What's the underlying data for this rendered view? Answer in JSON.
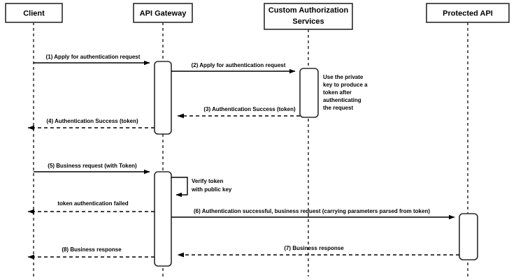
{
  "diagram": {
    "title": "API Gateway token authentication sequence",
    "type": "sequence-diagram",
    "background_color": "#ffffff",
    "line_color": "#2a2a2a",
    "text_color": "#000000",
    "lifelines": [
      {
        "id": "client",
        "label": "Client"
      },
      {
        "id": "api-gateway",
        "label": "API Gateway"
      },
      {
        "id": "custom-authorization-services",
        "label": "Custom Authorization\nServices",
        "line1": "Custom Authorization",
        "line2": "Services"
      },
      {
        "id": "protected-api",
        "label": "Protected API"
      }
    ],
    "messages": [
      {
        "seq": "1",
        "label": "(1) Apply for authentication request",
        "from": "client",
        "to": "api-gateway",
        "style": "solid"
      },
      {
        "seq": "2",
        "label": "(2) Apply for authentication request",
        "from": "api-gateway",
        "to": "custom-authorization-services",
        "style": "solid"
      },
      {
        "seq": "3",
        "label": "(3) Authentication Success (token)",
        "from": "custom-authorization-services",
        "to": "api-gateway",
        "style": "dashed"
      },
      {
        "seq": "4",
        "label": "(4) Authentication Success (token)",
        "from": "api-gateway",
        "to": "client",
        "style": "dashed"
      },
      {
        "seq": "5",
        "label": "(5) Business request (with Token)",
        "from": "client",
        "to": "api-gateway",
        "style": "solid"
      },
      {
        "seq": "fail",
        "label": "token authentication failed",
        "from": "api-gateway",
        "to": "client",
        "style": "dashed"
      },
      {
        "seq": "6",
        "label": "(6) Authentication successful, business request (carrying parameters parsed from token)",
        "from": "api-gateway",
        "to": "protected-api",
        "style": "solid"
      },
      {
        "seq": "7",
        "label": "(7) Business response",
        "from": "protected-api",
        "to": "api-gateway",
        "style": "dashed"
      },
      {
        "seq": "8",
        "label": "(8) Business response",
        "from": "api-gateway",
        "to": "client",
        "style": "dashed"
      }
    ],
    "notes": [
      {
        "id": "private-key-note",
        "attached_to": "custom-authorization-services",
        "text": "Use the private key to produce a token after authenticating the request",
        "lines": [
          "Use the private",
          "key to produce a",
          "token after",
          "authenticating",
          "the request"
        ]
      },
      {
        "id": "verify-token-note",
        "attached_to": "api-gateway",
        "text": "Verify token with public key",
        "lines": [
          "Verify token",
          "with public key"
        ]
      }
    ],
    "self_calls": [
      {
        "id": "verify-token-self-call",
        "on": "api-gateway",
        "label": "Verify token with public key"
      }
    ]
  }
}
